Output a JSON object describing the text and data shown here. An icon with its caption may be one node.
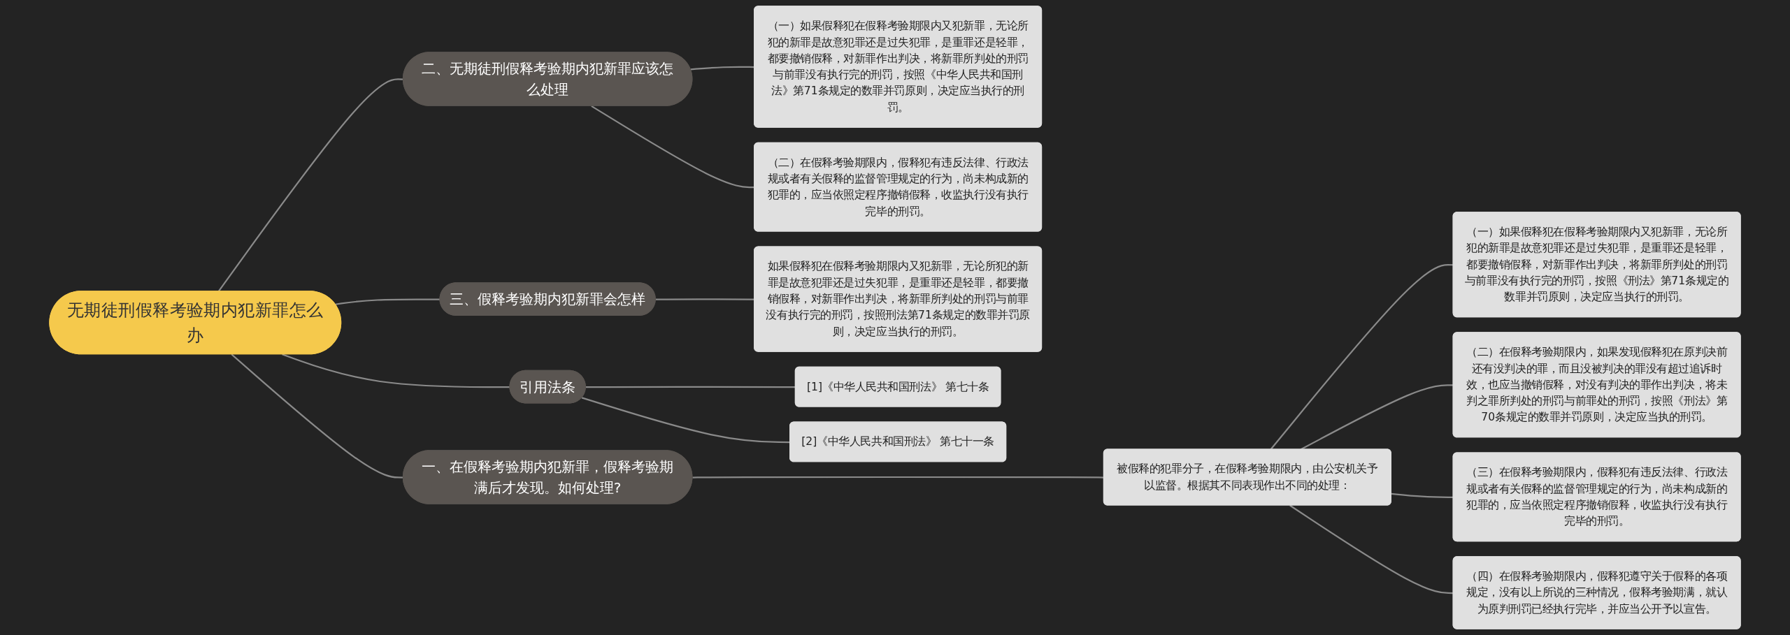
{
  "diagram": {
    "nodes": [
      {
        "text": [
          "无期徒刑假释考验期内犯新罪怎么办"
        ]
      },
      {
        "text": [
          "一、在假释考验期内犯新罪，假释考验期满后才发现。如何处理?"
        ]
      },
      {
        "text": [
          "被假释的犯罪分子，在假释考验期限内，由公安机关予以监督。根据其不同表现作出不同的处理："
        ]
      },
      {
        "text": [
          "（一）如果假释犯在假释考验期限内又犯新罪，无论所犯的新罪是故意犯罪还是过失犯罪，是重罪还是轻罪，都要撤销假释，对新罪作出判决，将新罪所判处的刑罚与前罪没有执行完的刑罚，按照《刑法》第71条规定的数罪并罚原则，决定应当执行的刑罚。"
        ]
      },
      {
        "text": [
          "（二）在假释考验期限内，如果发现假释犯在原判决前还有没判决的罪，而且没被判决的罪没有超过追诉时效，也应当撤销假释，对没有判决的罪作出判决，将未判之罪所判处的刑罚与前罪处的刑罚，按照《刑法》第70条规定的数罪并罚原则，决定应当执的刑罚。"
        ]
      },
      {
        "text": [
          "（三）在假释考验期限内，假释犯有违反法律、行政法规或者有关假释的监督管理规定的行为，尚未构成新的犯罪的，应当依照定程序撤销假释，收监执行没有执行完毕的刑罚。"
        ]
      },
      {
        "text": [
          "（四）在假释考验期限内，假释犯遵守关于假释的各项规定，没有以上所说的三种情况，假释考验期满，就认为原判刑罚已经执行完毕，并应当公开予以宣告。"
        ]
      },
      {
        "text": [
          "二、无期徒刑假释考验期内犯新罪应该怎么处理"
        ]
      },
      {
        "text": [
          "（一）如果假释犯在假释考验期限内又犯新罪，无论所犯的新罪是故意犯罪还是过失犯罪，是重罪还是轻罪，都要撤销假释，对新罪作出判决，将新罪所判处的刑罚与前罪没有执行完的刑罚，按照《中华人民共和国刑法》第71条规定的数罪并罚原则，决定应当执行的刑罚。"
        ]
      },
      {
        "text": [
          "（二）在假释考验期限内，假释犯有违反法律、行政法规或者有关假释的监督管理规定的行为，尚未构成新的犯罪的，应当依照定程序撤销假释，收监执行没有执行完毕的刑罚。"
        ]
      },
      {
        "text": [
          "三、假释考验期内犯新罪会怎样"
        ]
      },
      {
        "text": [
          "如果假释犯在假释考验期限内又犯新罪，无论所犯的新罪是故意犯罪还是过失犯罪，是重罪还是轻罪，都要撤销假释，对新罪作出判决，将新罪所判处的刑罚与前罪没有执行完的刑罚，按照刑法第71条规定的数罪并罚原则，决定应当执行的刑罚。"
        ]
      },
      {
        "text": [
          "引用法条"
        ]
      },
      {
        "text": [
          "[1]《中华人民共和国刑法》 第七十条"
        ]
      },
      {
        "text": [
          "[2]《中华人民共和国刑法》 第七十一条"
        ]
      }
    ],
    "edges": [
      {
        "from": 0,
        "to": 1,
        "arrow": "none"
      },
      {
        "from": 1,
        "to": 2,
        "arrow": "none"
      },
      {
        "from": 2,
        "to": 3,
        "arrow": "none"
      },
      {
        "from": 2,
        "to": 4,
        "arrow": "none"
      },
      {
        "from": 2,
        "to": 5,
        "arrow": "none"
      },
      {
        "from": 2,
        "to": 6,
        "arrow": "none"
      },
      {
        "from": 0,
        "to": 7,
        "arrow": "none"
      },
      {
        "from": 7,
        "to": 8,
        "arrow": "none"
      },
      {
        "from": 7,
        "to": 9,
        "arrow": "none"
      },
      {
        "from": 0,
        "to": 10,
        "arrow": "none"
      },
      {
        "from": 10,
        "to": 11,
        "arrow": "none"
      },
      {
        "from": 0,
        "to": 12,
        "arrow": "none"
      },
      {
        "from": 12,
        "to": 13,
        "arrow": "none"
      },
      {
        "from": 12,
        "to": 14,
        "arrow": "none"
      }
    ]
  }
}
